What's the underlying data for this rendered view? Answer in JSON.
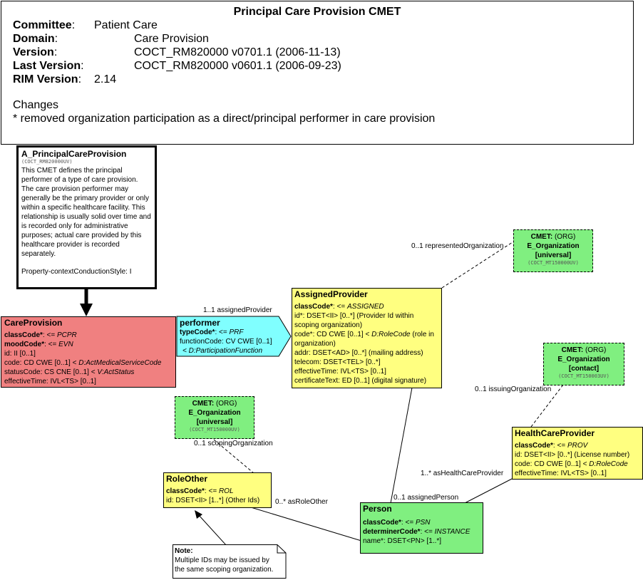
{
  "header": {
    "title": "Principal Care Provision CMET",
    "rows": [
      {
        "label": "Committee",
        "value": "Patient Care"
      },
      {
        "label": "Domain",
        "value": "Care Provision"
      },
      {
        "label": "Version",
        "value": "COCT_RM820000 v0701.1 (2006-11-13)"
      },
      {
        "label": "Last Version",
        "value": "COCT_RM820000 v0601.1 (2006-09-23)"
      },
      {
        "label": "RIM Version",
        "value": "2.14"
      }
    ],
    "changes_heading": "Changes",
    "changes_text": "* removed organization participation as a direct/principal performer in care provision"
  },
  "entry": {
    "title": "A_PrincipalCareProvision",
    "code": "(COCT_RM820000UV)",
    "description": "This CMET defines the principal performer of a type of care provision. The care provision performer may generally be the primary provider or only within a specific healthcare facility. This relationship is usually solid over time and is recorded only for administrative purposes; actual care provided by this healthcare provider is recorded separately.",
    "property": "Property-contextConductionStyle: I"
  },
  "care_provision": {
    "title": "CareProvision",
    "lines": [
      {
        "b": "classCode*",
        "t": ": <= ",
        "i": "PCPR"
      },
      {
        "b": "moodCode*",
        "t": ": <= ",
        "i": "EVN"
      },
      {
        "b": "",
        "t": "id: II [0..1]",
        "i": ""
      },
      {
        "b": "",
        "t": "code: CD CWE [0..1] < ",
        "i": "D:ActMedicalServiceCode"
      },
      {
        "b": "",
        "t": "statusCode: CS CNE [0..1] < ",
        "i": "V:ActStatus"
      },
      {
        "b": "",
        "t": "effectiveTime: IVL<TS> [0..1]",
        "i": ""
      }
    ]
  },
  "performer": {
    "title": "performer",
    "line1_b": "typeCode*",
    "line1_t": ": <= ",
    "line1_i": "PRF",
    "line2": "functionCode: CV CWE [0..1]",
    "line3": "< D:ParticipationFunction",
    "assoc_label": "1..1 assignedProvider"
  },
  "assigned_provider": {
    "title": "AssignedProvider",
    "lines": [
      {
        "b": "classCode*",
        "t": ": <= ",
        "i": "ASSIGNED"
      },
      {
        "b": "",
        "t": "id*: DSET<II> [0..*] (Provider Id within scoping organization)",
        "i": ""
      },
      {
        "b": "",
        "t": "code*: CD CWE [0..1] < ",
        "i": "D:RoleCode",
        "t2": " (role in organization)"
      },
      {
        "b": "",
        "t": "addr: DSET<AD> [0..*] (mailing address)",
        "i": ""
      },
      {
        "b": "",
        "t": "telecom: DSET<TEL> [0..*]",
        "i": ""
      },
      {
        "b": "",
        "t": "effectiveTime: IVL<TS> [0..1]",
        "i": ""
      },
      {
        "b": "",
        "t": "certificateText: ED [0..1] (digital signature)",
        "i": ""
      }
    ]
  },
  "cmet_represented": {
    "line1_b": "CMET:",
    "line1_t": " (ORG)",
    "line2": "E_Organization",
    "line3": "[universal]",
    "code": "(COCT_MT150000UV)",
    "assoc_label": "0..1 representedOrganization"
  },
  "cmet_issuing": {
    "line1_b": "CMET:",
    "line1_t": " (ORG)",
    "line2": "E_Organization",
    "line3": "[contact]",
    "code": "(COCT_MT150003UV)",
    "assoc_label": "0..1 issuingOrganization"
  },
  "cmet_scoping": {
    "line1_b": "CMET:",
    "line1_t": " (ORG)",
    "line2": "E_Organization",
    "line3": "[universal]",
    "code": "(COCT_MT150000UV)",
    "assoc_label": "0..1 scopingOrganization"
  },
  "health_care_provider": {
    "title": "HealthCareProvider",
    "lines": [
      {
        "b": "classCode*",
        "t": ": <= ",
        "i": "PROV"
      },
      {
        "b": "",
        "t": "id: DSET<II> [0..*] (License number)",
        "i": ""
      },
      {
        "b": "",
        "t": "code: CD CWE [0..1] < ",
        "i": "D:RoleCode"
      },
      {
        "b": "",
        "t": "effectiveTime: IVL<TS> [0..1]",
        "i": ""
      }
    ],
    "assoc_label": "1..* asHealthCareProvider"
  },
  "role_other": {
    "title": "RoleOther",
    "lines": [
      {
        "b": "classCode*",
        "t": ": <= ",
        "i": "ROL"
      },
      {
        "b": "",
        "t": "id: DSET<II> [1..*] (Other Ids)",
        "i": ""
      }
    ],
    "assoc_label": "0..* asRoleOther"
  },
  "person": {
    "title": "Person",
    "lines": [
      {
        "b": "classCode*",
        "t": ": <= ",
        "i": "PSN"
      },
      {
        "b": "determinerCode*",
        "t": ": <= ",
        "i": "INSTANCE"
      },
      {
        "b": "",
        "t": "name*: DSET<PN> [1..*]",
        "i": ""
      }
    ],
    "assoc_label": "0..1 assignedPerson"
  },
  "note": {
    "heading": "Note:",
    "text": "Multiple IDs may be issued by the same scoping organization."
  }
}
